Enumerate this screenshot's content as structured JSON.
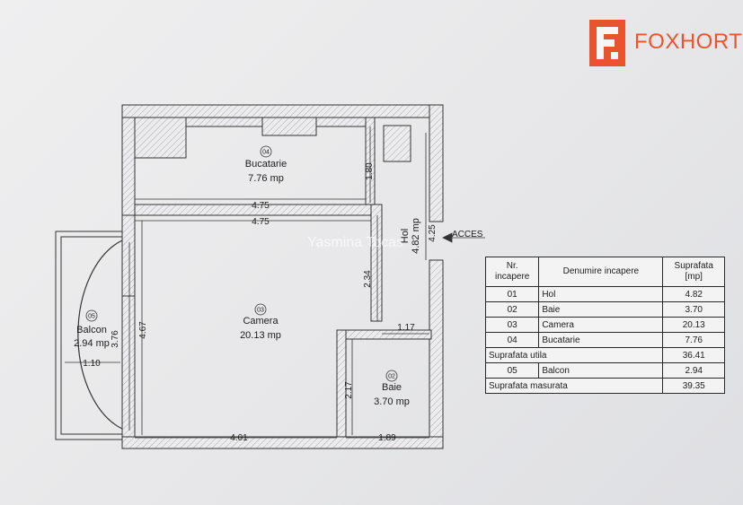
{
  "brand": {
    "name": "FOXHORT",
    "logo_letters": "FH",
    "color": "#e9542f"
  },
  "watermark": "Yasmina Tocas",
  "rooms": [
    {
      "number": "04",
      "name": "Bucatarie",
      "area": "7.76 mp"
    },
    {
      "number": "03",
      "name": "Camera",
      "area": "20.13 mp"
    },
    {
      "number": "05",
      "name": "Balcon",
      "area": "2.94 mp"
    },
    {
      "number": "02",
      "name": "Baie",
      "area": "3.70 mp"
    },
    {
      "number": "01",
      "name": "Hol",
      "area": "4.82 mp"
    }
  ],
  "dimensions": {
    "kitchen_width": "4.75",
    "room_width": "4.75",
    "kitchen_depth": "1.80",
    "hall_wall": "2.34",
    "hall_width": "1.17",
    "room_depth": "4.67",
    "balcony_depth": "3.76",
    "balcony_width": "1.10",
    "bottom_left": "4.01",
    "bottom_right": "1.89",
    "bath_depth": "2.17",
    "hall_length": "4.25"
  },
  "entrance_label": "ACCES",
  "table": {
    "headers": [
      "Nr. incapere",
      "Denumire incapere",
      "Suprafata [mp]"
    ],
    "rows": [
      [
        "01",
        "Hol",
        "4.82"
      ],
      [
        "02",
        "Baie",
        "3.70"
      ],
      [
        "03",
        "Camera",
        "20.13"
      ],
      [
        "04",
        "Bucatarie",
        "7.76"
      ]
    ],
    "subtotal": {
      "label": "Suprafata utila",
      "value": "36.41"
    },
    "balcony_row": [
      "05",
      "Balcon",
      "2.94"
    ],
    "total": {
      "label": "Suprafata masurata",
      "value": "39.35"
    }
  }
}
